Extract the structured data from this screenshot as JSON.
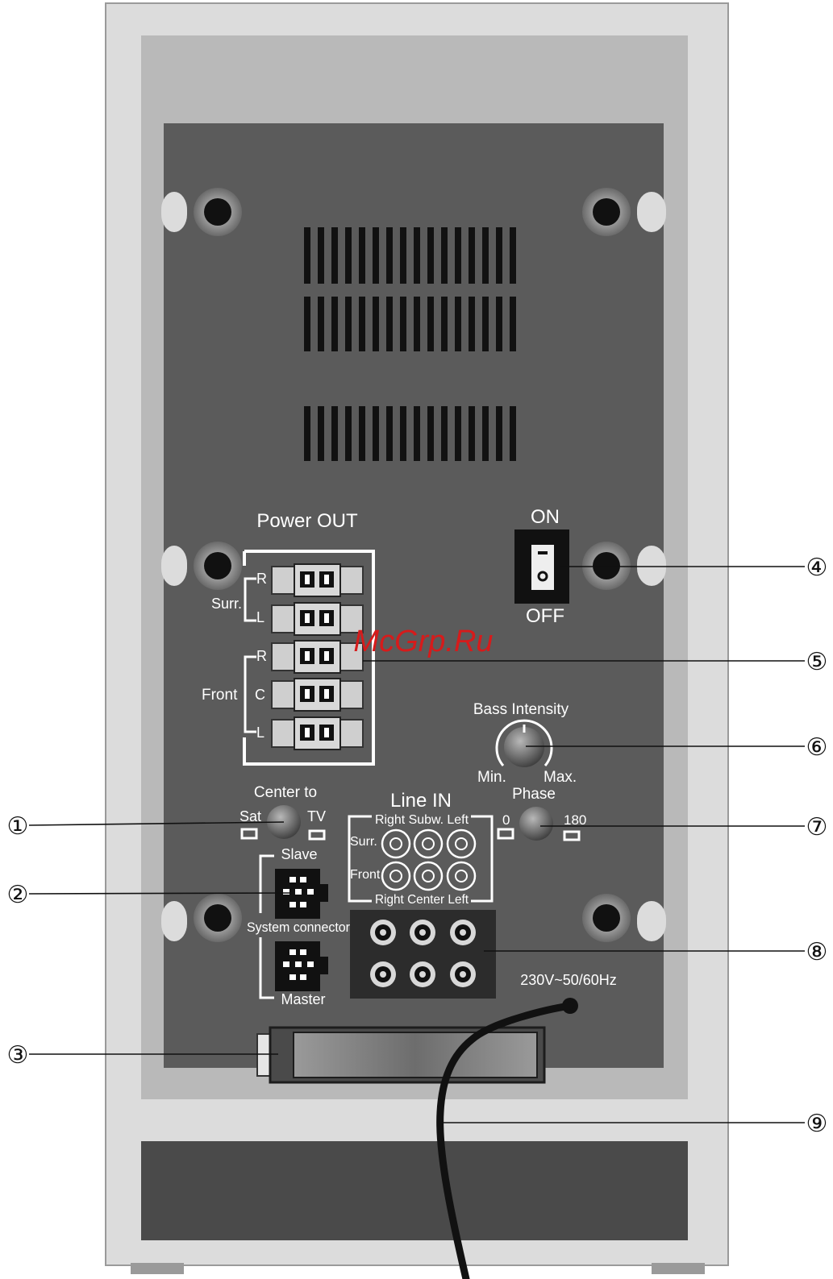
{
  "panel": {
    "power_out": "Power OUT",
    "surr": "Surr.",
    "front": "Front",
    "ch_r": "R",
    "ch_l": "L",
    "ch_c": "C",
    "on": "ON",
    "off": "OFF",
    "bass_intensity": "Bass Intensity",
    "min": "Min.",
    "max": "Max.",
    "phase": "Phase",
    "phase_0": "0",
    "phase_180": "180",
    "center_to": "Center to",
    "sat": "Sat",
    "tv": "TV",
    "line_in": "Line IN",
    "line_top": "Right Subw. Left",
    "line_surr": "Surr.",
    "line_front": "Front",
    "line_bottom": "Right Center Left",
    "slave": "Slave",
    "system_connector": "System connector",
    "master": "Master",
    "mains": "230V~50/60Hz"
  },
  "callouts": [
    "①",
    "②",
    "③",
    "④",
    "⑤",
    "⑥",
    "⑦",
    "⑧",
    "⑨"
  ],
  "watermark": "McGrp.Ru",
  "colors": {
    "cabinet": "#dcdcdc",
    "inner_frame": "#b9b9b9",
    "panel": "#5b5b5b",
    "base": "#4a4a4a",
    "cable": "#111111",
    "label_text": "#ffffff",
    "watermark": "#d61b1b"
  }
}
